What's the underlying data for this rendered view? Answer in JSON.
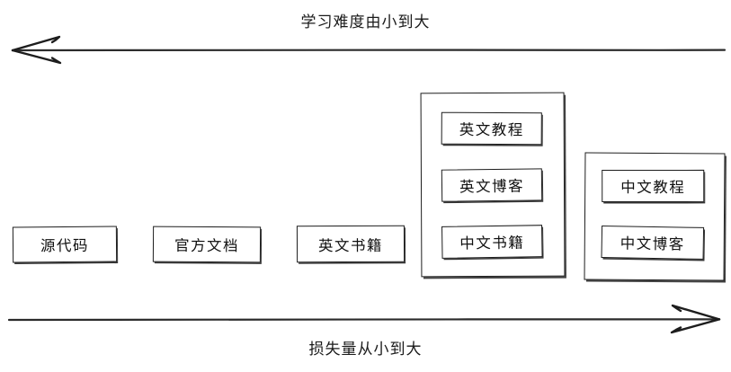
{
  "diagram": {
    "top_axis": {
      "label": "学习难度由小到大",
      "direction": "left"
    },
    "bottom_axis": {
      "label": "损失量从小到大",
      "direction": "right"
    },
    "nodes": [
      {
        "label": "源代码"
      },
      {
        "label": "官方文档"
      },
      {
        "label": "英文书籍"
      }
    ],
    "groups": [
      {
        "name": "group-1",
        "items": [
          {
            "label": "英文教程"
          },
          {
            "label": "英文博客"
          },
          {
            "label": "中文书籍"
          }
        ]
      },
      {
        "name": "group-2",
        "items": [
          {
            "label": "中文教程"
          },
          {
            "label": "中文博客"
          }
        ]
      }
    ],
    "colors": {
      "stroke": "#1d1d1d",
      "background": "#ffffff",
      "text": "#111111"
    }
  }
}
